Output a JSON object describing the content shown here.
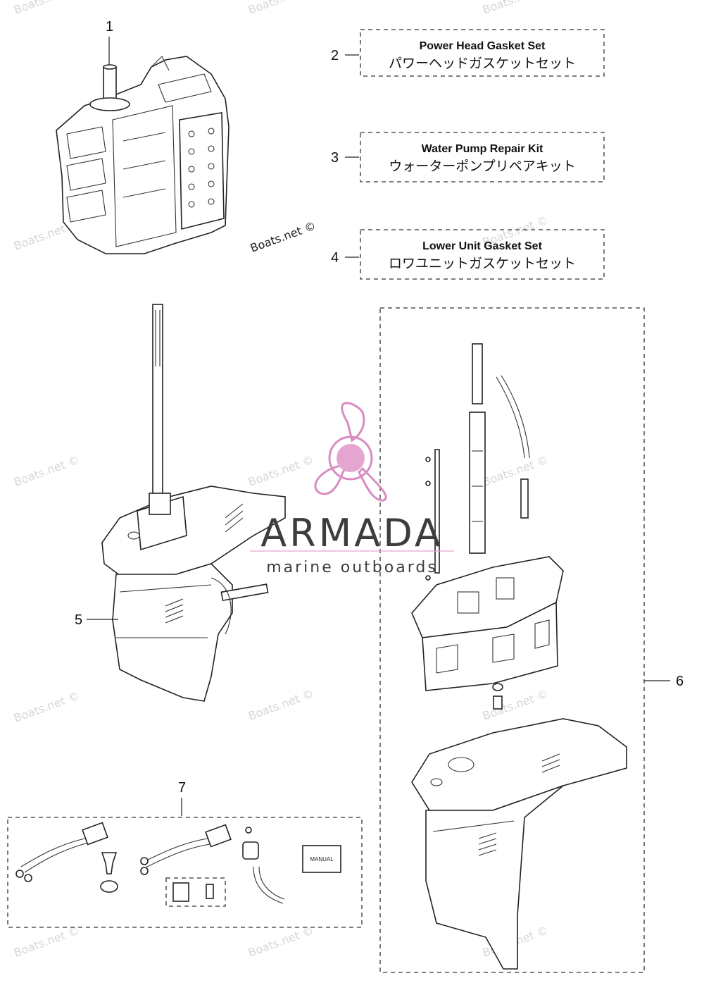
{
  "callouts": [
    {
      "num": "1"
    },
    {
      "num": "2"
    },
    {
      "num": "3"
    },
    {
      "num": "4"
    },
    {
      "num": "5"
    },
    {
      "num": "6"
    },
    {
      "num": "7"
    }
  ],
  "kits": {
    "power_head": {
      "en": "Power Head Gasket Set",
      "jp": "パワーヘッドガスケットセット"
    },
    "water_pump": {
      "en": "Water Pump Repair Kit",
      "jp": "ウォーターポンプリペアキット"
    },
    "lower_unit": {
      "en": "Lower Unit Gasket Set",
      "jp": "ロワユニットガスケットセット"
    }
  },
  "watermark": {
    "text": "Boats.net ©",
    "color": "#d6d6d6"
  },
  "credit": "Boats.net ©",
  "brand": {
    "name": "ARMADA",
    "tagline": "marine outboards",
    "accent": "#e4a6d0",
    "accent_dark": "#d98cc0"
  },
  "manual_label": "MANUAL",
  "icons": {
    "power_head": "engine-block-icon",
    "lower_unit_complete": "lower-unit-assembly-icon",
    "lower_unit_parts": "lower-unit-exploded-icon",
    "accessories": "accessory-kit-icon",
    "logo": "propeller-logo-icon"
  }
}
